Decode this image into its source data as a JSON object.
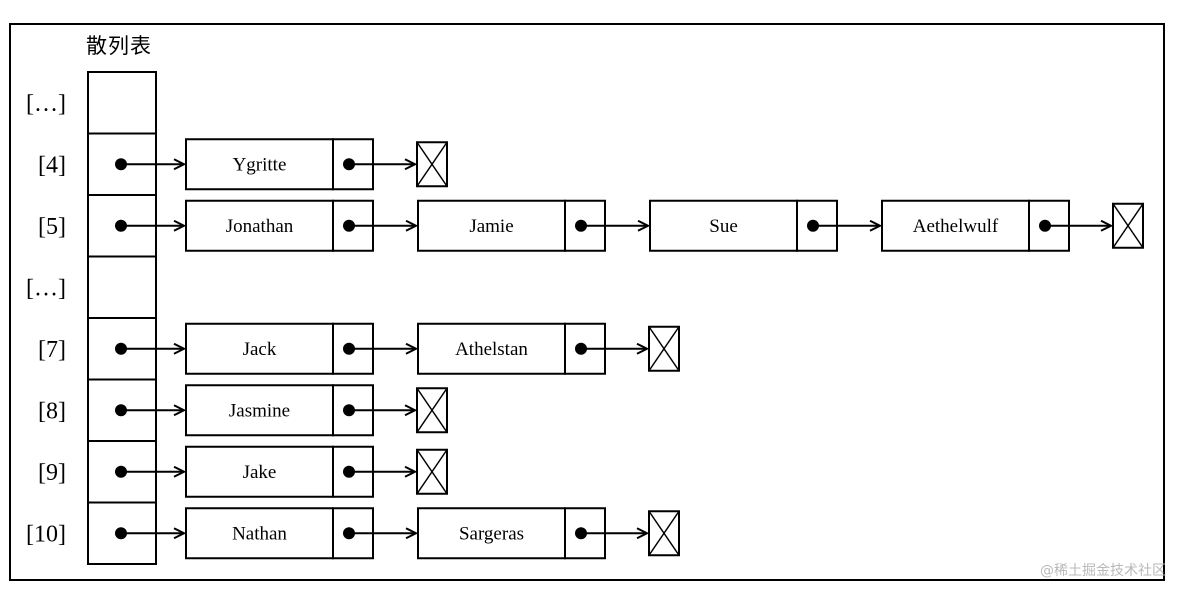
{
  "title": "散列表",
  "watermark": "@稀土掘金技术社区",
  "slots": [
    {
      "label": "[…]",
      "chain": null
    },
    {
      "label": "[4]",
      "chain": [
        "Ygritte"
      ]
    },
    {
      "label": "[5]",
      "chain": [
        "Jonathan",
        "Jamie",
        "Sue",
        "Aethelwulf"
      ]
    },
    {
      "label": "[…]",
      "chain": null
    },
    {
      "label": "[7]",
      "chain": [
        "Jack",
        "Athelstan"
      ]
    },
    {
      "label": "[8]",
      "chain": [
        "Jasmine"
      ]
    },
    {
      "label": "[9]",
      "chain": [
        "Jake"
      ]
    },
    {
      "label": "[10]",
      "chain": [
        "Nathan",
        "Sargeras"
      ]
    }
  ]
}
